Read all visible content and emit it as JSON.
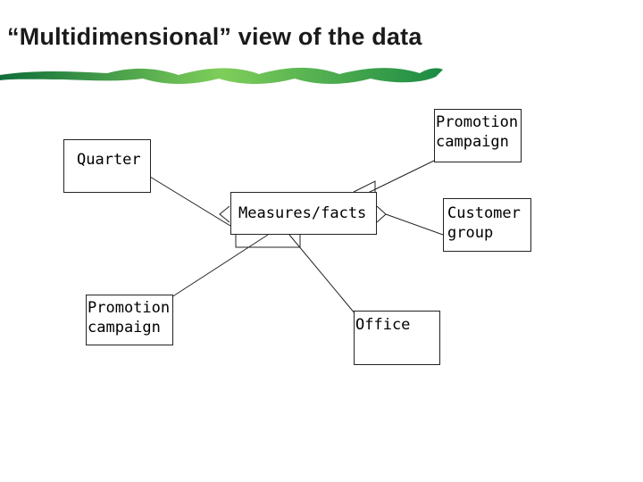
{
  "title": "“Multidimensional” view of the data",
  "nodes": {
    "quarter": "Quarter",
    "promotion_top": "Promotion\ncampaign",
    "measures": "Measures/facts",
    "customer": "Customer\ngroup",
    "promotion_left": "Promotion\ncampaign",
    "office": "Office"
  },
  "colors": {
    "title": "#1a1a1a",
    "swoosh_light": "#7fce5a",
    "swoosh_dark": "#0f6e3a",
    "border": "#222222"
  }
}
